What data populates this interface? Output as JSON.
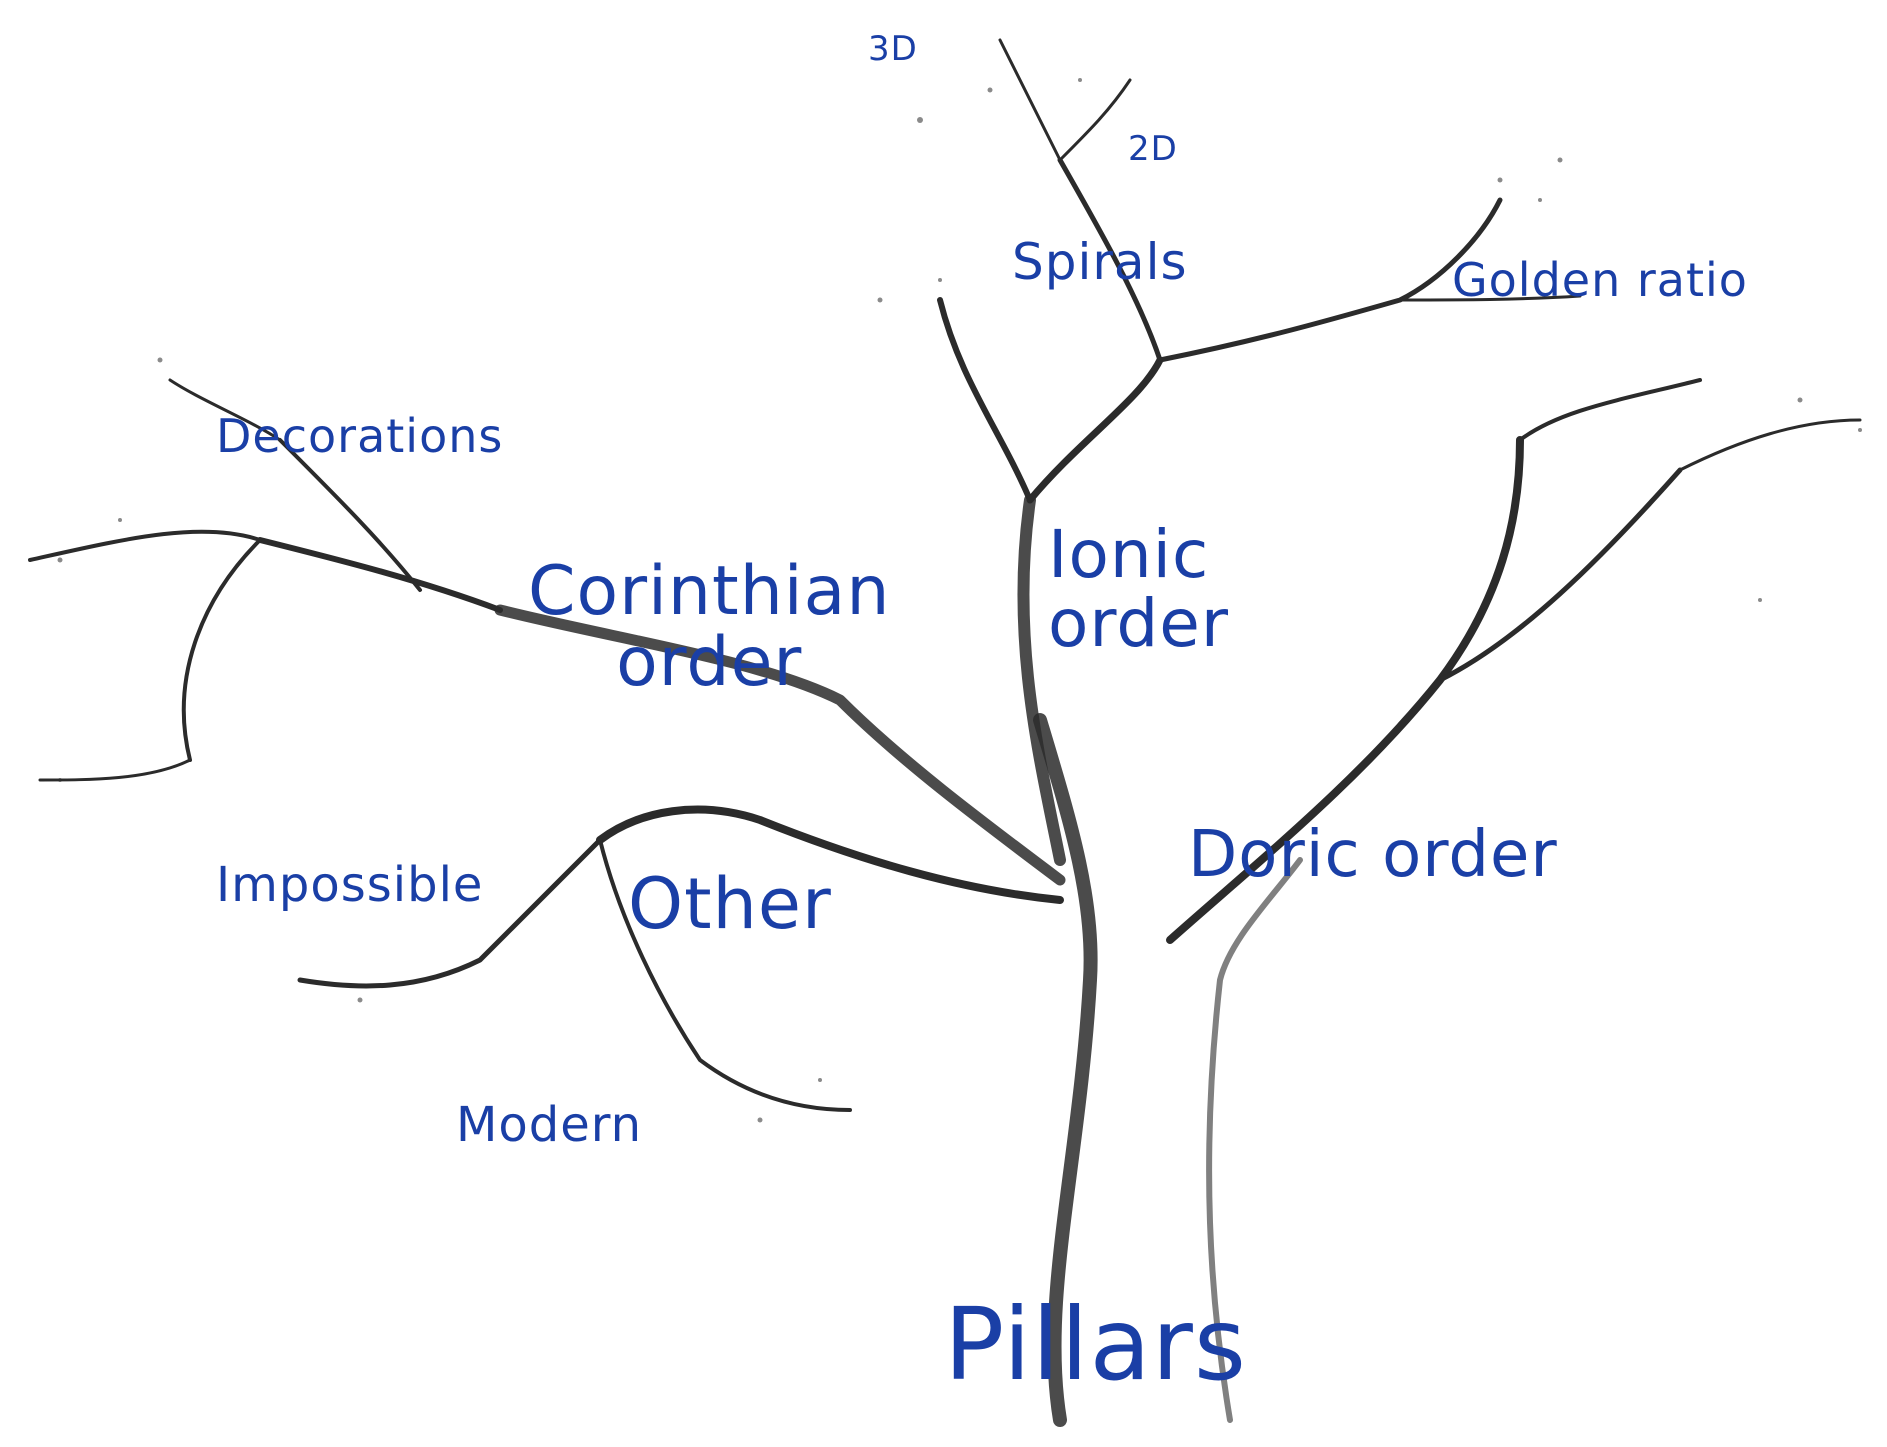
{
  "diagram": {
    "labels": {
      "d3": "3D",
      "d2": "2D",
      "spirals": "Spirals",
      "golden_ratio": "Golden ratio",
      "decorations": "Decorations",
      "corinthian_line1": "Corinthian",
      "corinthian_line2": "order",
      "ionic_line1": "Ionic",
      "ionic_line2": "order",
      "doric": "Doric order",
      "impossible": "Impossible",
      "other": "Other",
      "modern": "Modern",
      "pillars": "Pillars"
    },
    "colors": {
      "label": "#1a3fa6",
      "branch": "#2b2b2b",
      "background": "#ffffff"
    }
  }
}
